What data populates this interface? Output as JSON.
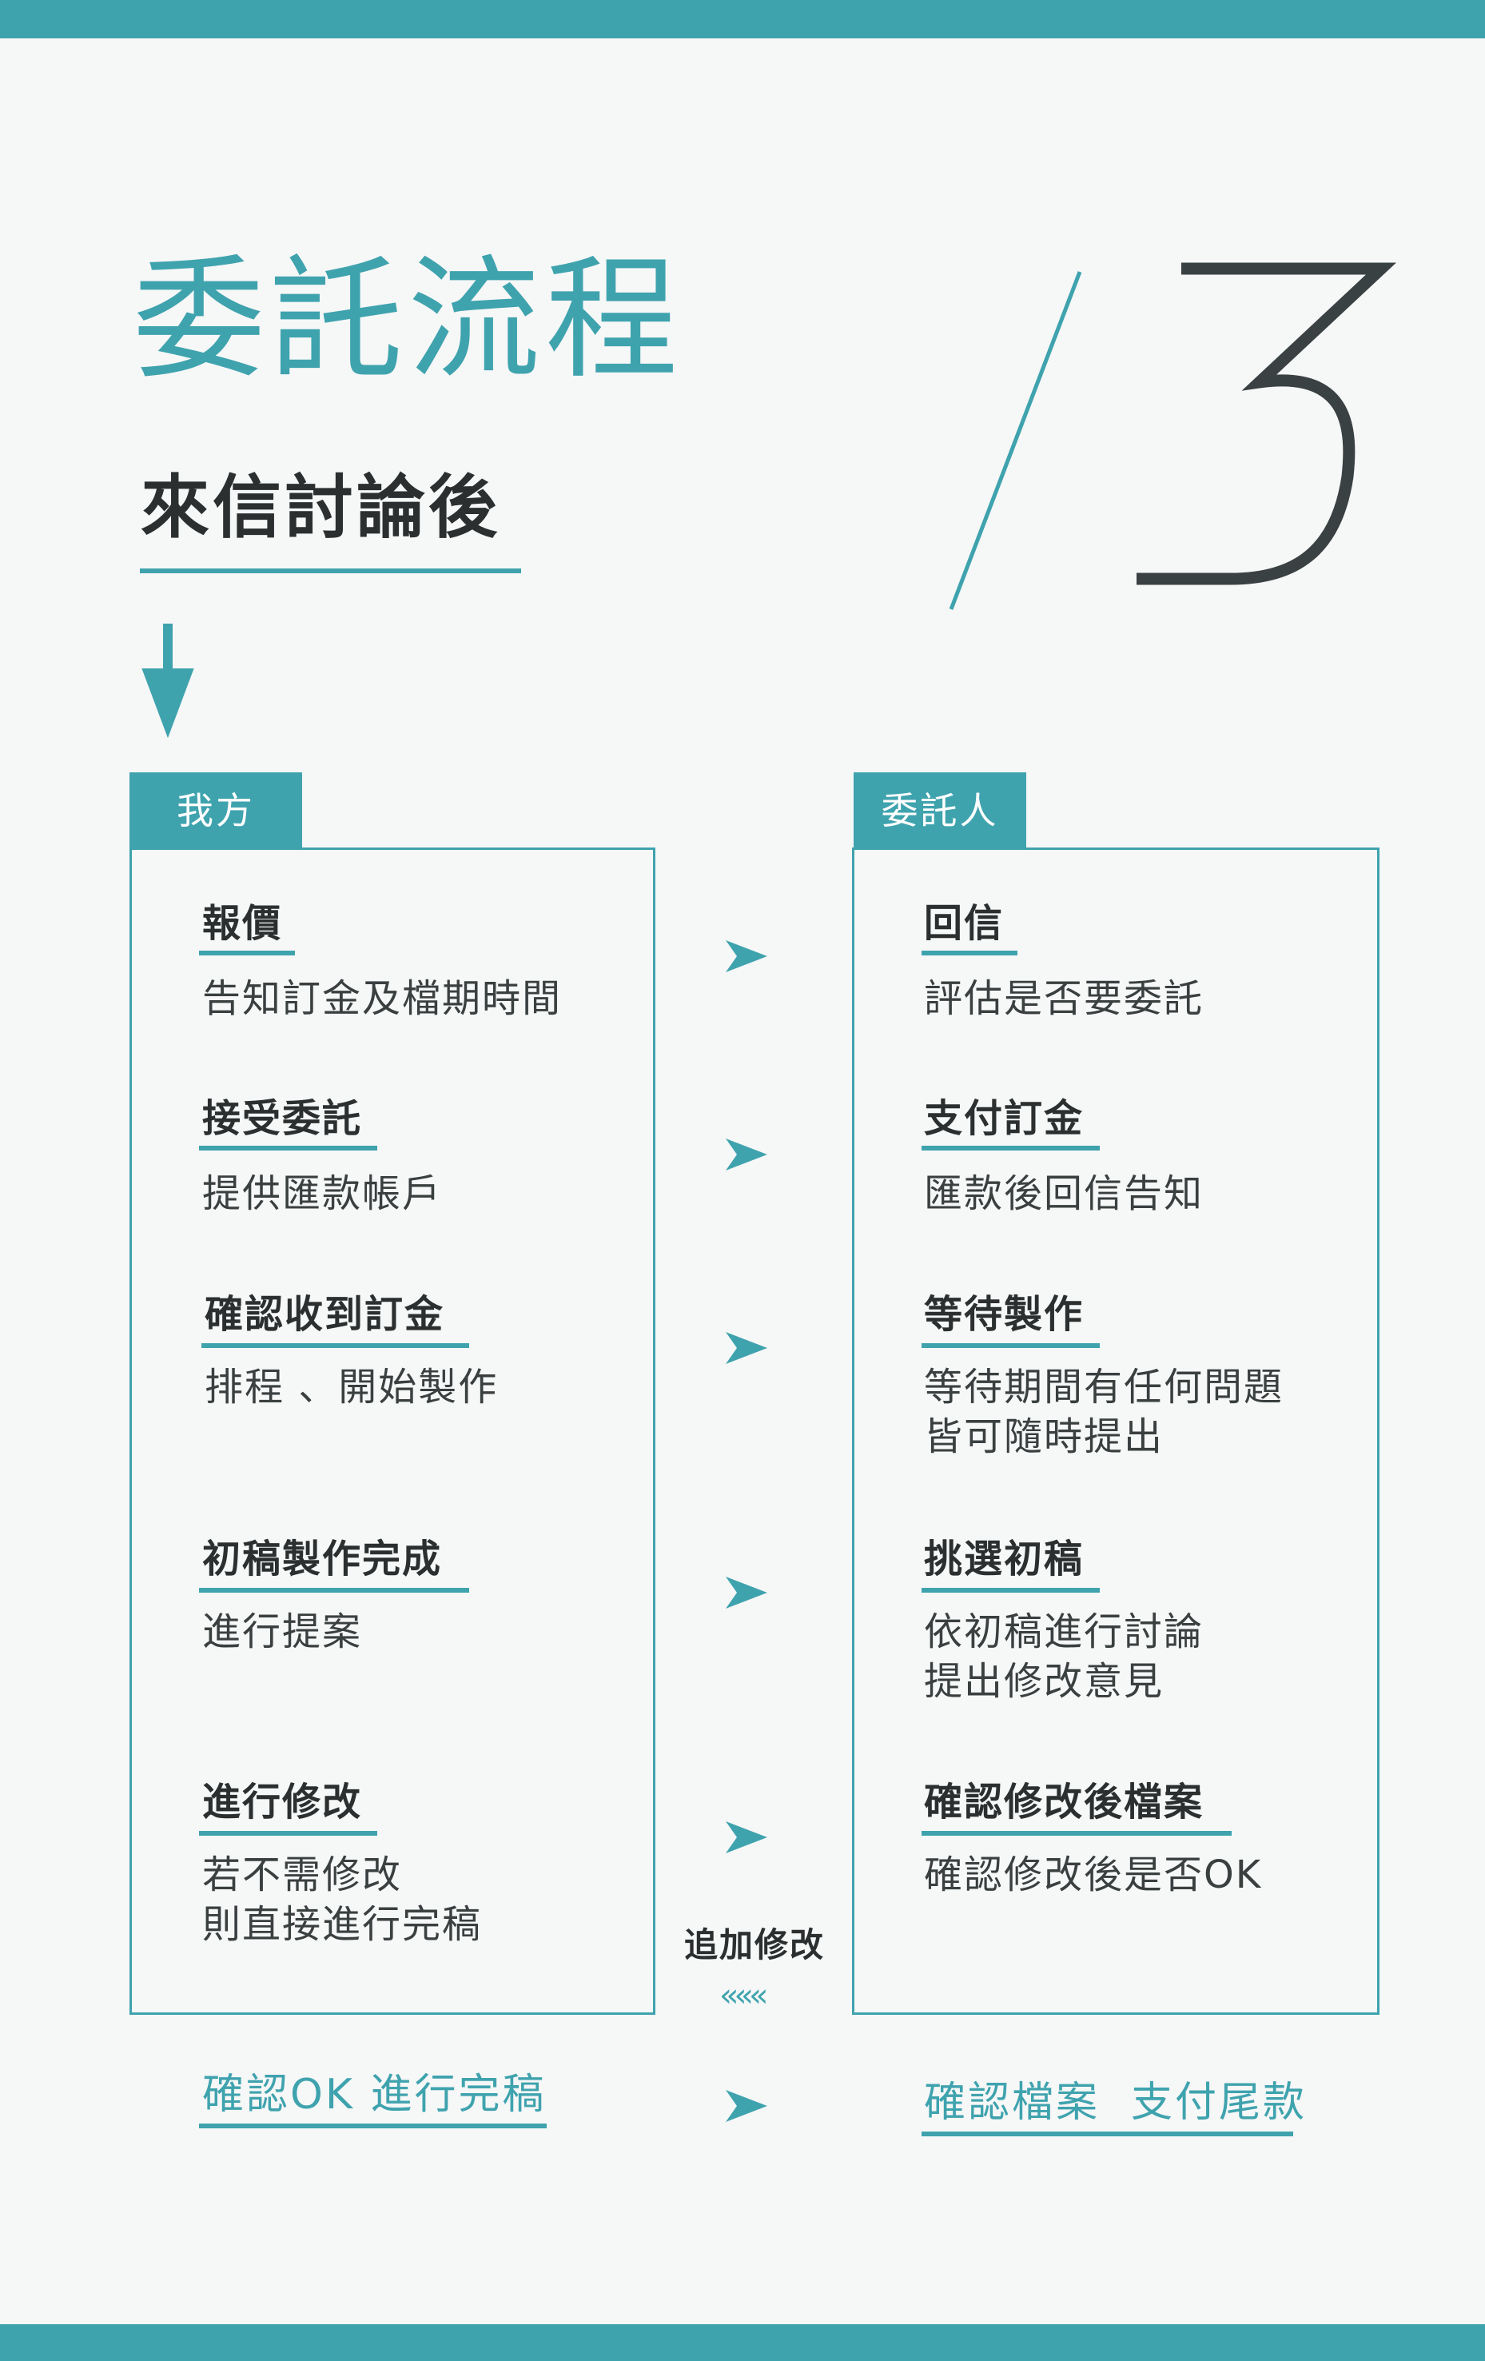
{
  "header": {
    "title": "委託流程",
    "subtitle": "來信討論後",
    "step_number": "3"
  },
  "columns": {
    "left_label": "我方",
    "right_label": "委託人"
  },
  "left_steps": [
    {
      "title": "報價",
      "desc": "告知訂金及檔期時間"
    },
    {
      "title": "接受委託",
      "desc": "提供匯款帳戶"
    },
    {
      "title": "確認收到訂金",
      "desc": "排程 、開始製作"
    },
    {
      "title": "初稿製作完成",
      "desc": "進行提案"
    },
    {
      "title": "進行修改",
      "desc": "若不需修改\n則直接進行完稿"
    }
  ],
  "right_steps": [
    {
      "title": "回信",
      "desc": "評估是否要委託"
    },
    {
      "title": "支付訂金",
      "desc": "匯款後回信告知"
    },
    {
      "title": "等待製作",
      "desc": "等待期間有任何問題\n皆可隨時提出"
    },
    {
      "title": "挑選初稿",
      "desc": "依初稿進行討論\n提出修改意見"
    },
    {
      "title": "確認修改後檔案",
      "desc": "確認修改後是否OK"
    }
  ],
  "revision": {
    "label": "追加修改",
    "chevrons": "«««"
  },
  "final": {
    "left": "確認OK 進行完稿",
    "right": "確認檔案  支付尾款"
  },
  "colors": {
    "accent": "#3fa3ae",
    "dark": "#3a4143",
    "background": "#f6f7f7"
  }
}
